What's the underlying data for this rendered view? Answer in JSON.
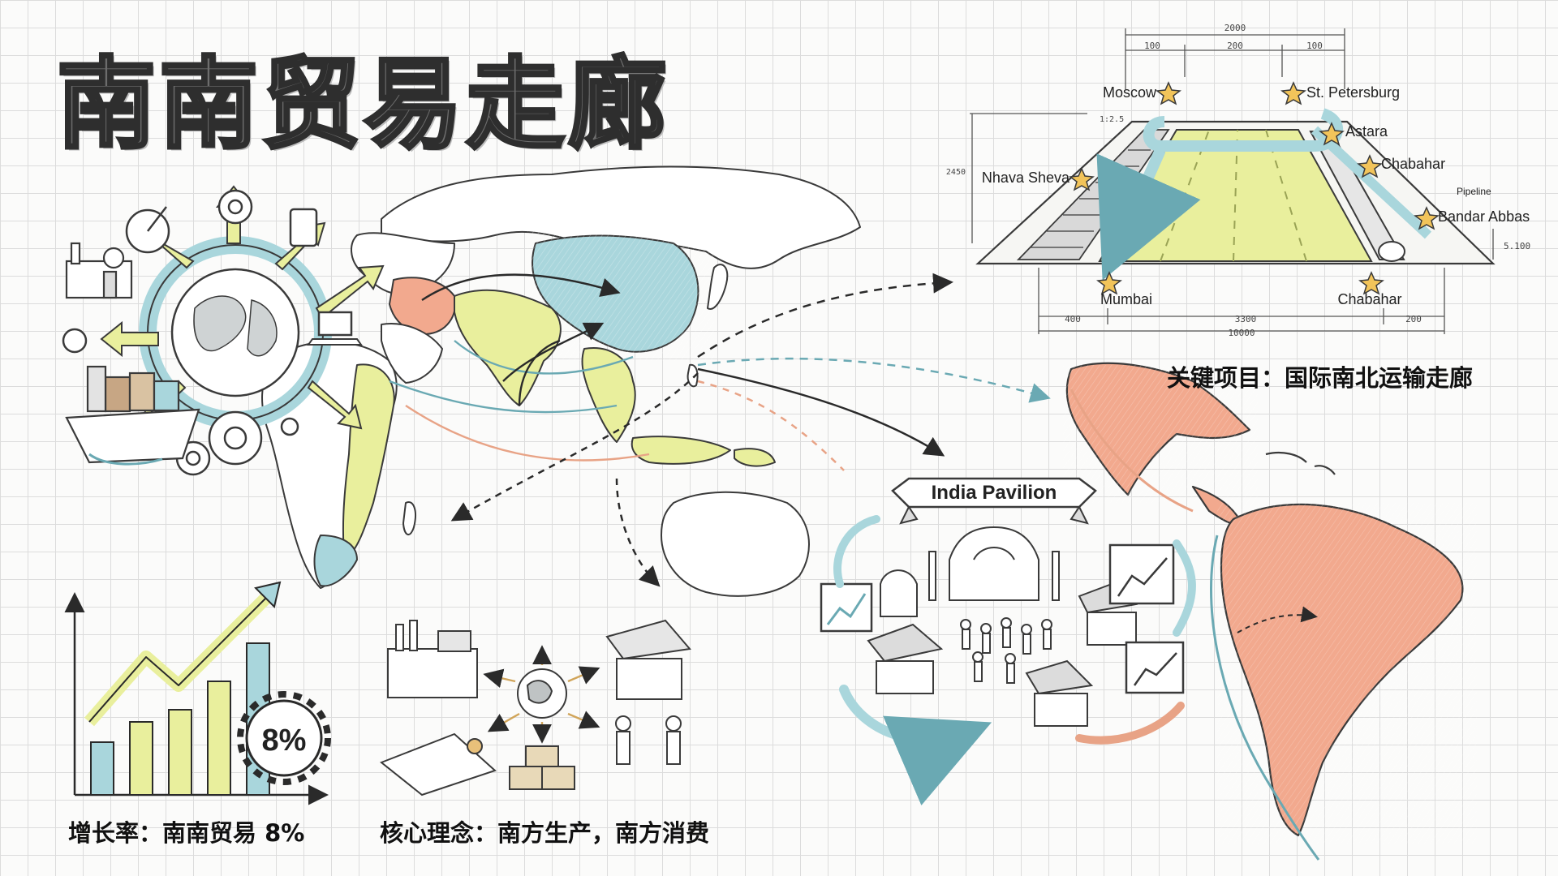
{
  "title": "南南贸易走廊",
  "corridor": {
    "caption": "关键项目：国际南北运输走廊",
    "cities": [
      "Moscow",
      "St. Petersburg",
      "Astara",
      "Chabahar",
      "Nhava Sheva",
      "Bandar Abbas",
      "Mumbai",
      "Chabahar"
    ],
    "pipeline_label": "Pipeline",
    "dimensions": {
      "top_total": "2000",
      "top_left": "100",
      "top_mid": "200",
      "top_right": "100",
      "bottom_left": "400",
      "bottom_mid": "3300",
      "bottom_right": "200",
      "bottom_total": "10000",
      "height_left": "2450",
      "height_right": "5.100",
      "slope": "1:2.5"
    }
  },
  "growth": {
    "caption": "增长率：南南贸易 8%",
    "badge": "8%"
  },
  "concept": {
    "caption": "核心理念：南方生产，南方消费"
  },
  "pavilion": {
    "banner": "India Pavilion"
  },
  "colors": {
    "teal": "#a9d6dc",
    "yellow": "#e9ef9d",
    "salmon": "#f2a98e",
    "ink": "#2a2a2a"
  }
}
